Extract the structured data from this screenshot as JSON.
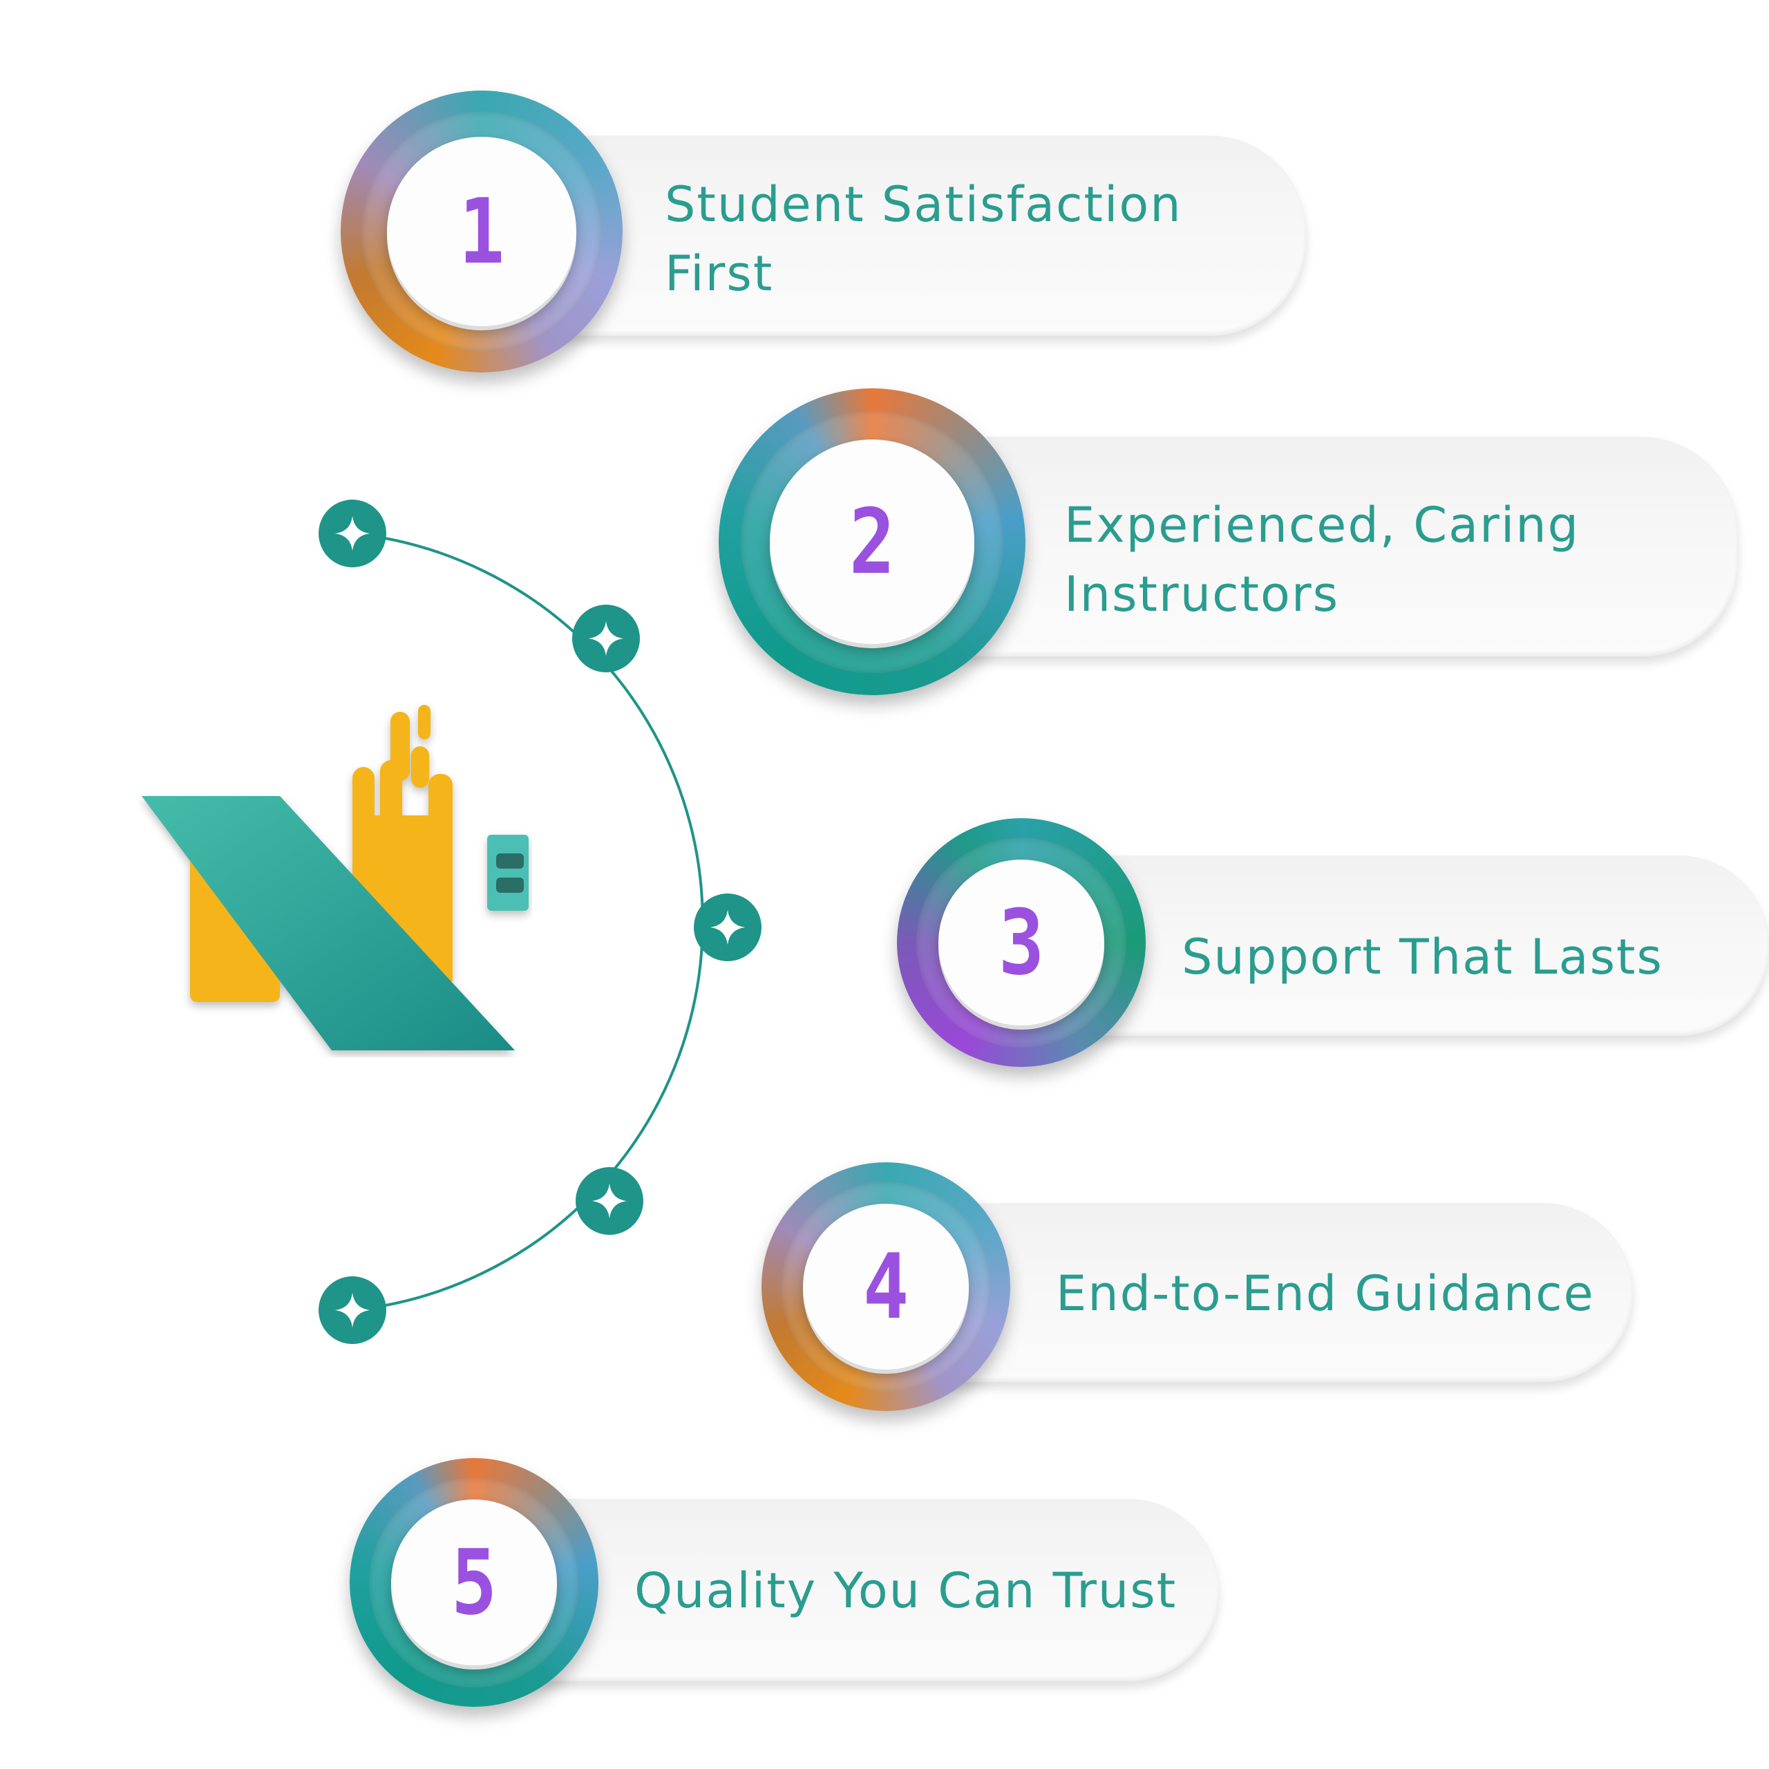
{
  "items": [
    {
      "number": "1",
      "line1": "Student Satisfaction",
      "line2": "First"
    },
    {
      "number": "2",
      "line1": "Experienced, Caring",
      "line2": "Instructors"
    },
    {
      "number": "3",
      "line1": "Support That Lasts"
    },
    {
      "number": "4",
      "line1": "End-to-End Guidance"
    },
    {
      "number": "5",
      "line1": "Quality You Can Trust"
    }
  ],
  "colors": {
    "teal": "#2a9d8f",
    "number_purple": "#9b51e0",
    "logo_yellow": "#f4b41a",
    "logo_teal": "#26a69a"
  },
  "icons": {
    "node": "sparkle-icon",
    "logo": "brand-logo"
  }
}
